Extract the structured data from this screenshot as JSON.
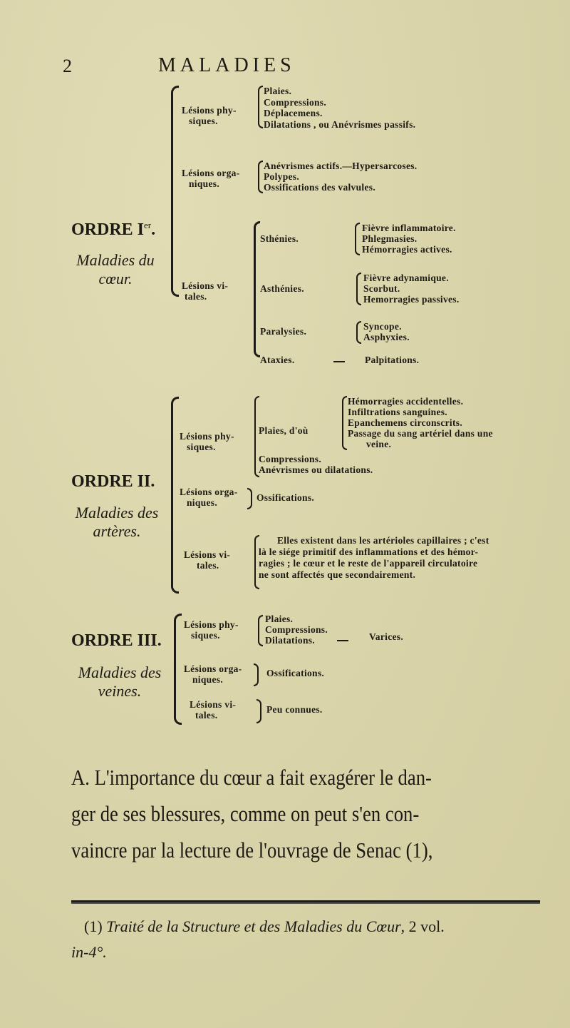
{
  "header": {
    "page_number": "2",
    "running_title": "MALADIES"
  },
  "ordre1": {
    "title": "ORDRE I",
    "title_sup": "er",
    "subtitle_line1": "Maladies du",
    "subtitle_line2": "cœur.",
    "physiques": {
      "label1": "Lésions phy-",
      "label2": "siques.",
      "items": [
        "Plaies.",
        "Compressions.",
        "Déplacemens.",
        "Dilatations , ou Anévrismes passifs."
      ]
    },
    "organiques": {
      "label1": "Lésions orga-",
      "label2": "niques.",
      "items": [
        "Anévrismes actifs.—Hypersarcoses.",
        "Polypes.",
        "Ossifications des valvules."
      ]
    },
    "vitales": {
      "label1": "Lésions vi-",
      "label2": "tales.",
      "sthenies": {
        "label": "Sthénies.",
        "items": [
          "Fièvre inflammatoire.",
          "Phlegmasies.",
          "Hémorragies actives."
        ]
      },
      "asthenies": {
        "label": "Asthénies.",
        "items": [
          "Fièvre adynamique.",
          "Scorbut.",
          "Hemorragies passives."
        ]
      },
      "paralysies": {
        "label": "Paralysies.",
        "items": [
          "Syncope.",
          "Asphyxies."
        ]
      },
      "ataxies": {
        "label": "Ataxies.",
        "items": [
          "Palpitations."
        ]
      }
    }
  },
  "ordre2": {
    "title": "ORDRE II.",
    "subtitle_line1": "Maladies des",
    "subtitle_line2": "artères.",
    "physiques": {
      "label1": "Lésions phy-",
      "label2": "siques.",
      "plaies_label": "Plaies, d'où",
      "plaies_items": [
        "Hémorragies accidentelles.",
        "Infiltrations sanguines.",
        "Epanchemens circonscrits.",
        "Passage du sang artériel dans une",
        "veine."
      ],
      "items": [
        "Compressions.",
        "Anévrismes ou dilatations."
      ]
    },
    "organiques": {
      "label1": "Lésions orga-",
      "label2": "niques.",
      "item": "Ossifications."
    },
    "vitales": {
      "label1": "Lésions vi-",
      "label2": "tales.",
      "text": [
        "Elles existent dans les artérioles capillaires ; c'est",
        "là le siége primitif des inflammations et des hémor-",
        "ragies ; le cœur et le reste de l'appareil circulatoire",
        "ne sont affectés que secondairement."
      ]
    }
  },
  "ordre3": {
    "title": "ORDRE III.",
    "subtitle_line1": "Maladies des",
    "subtitle_line2": "veines.",
    "physiques": {
      "label1": "Lésions phy-",
      "label2": "siques.",
      "items": [
        "Plaies.",
        "Compressions.",
        "Dilatations."
      ],
      "result": "Varices."
    },
    "organiques": {
      "label1": "Lésions orga-",
      "label2": "niques.",
      "item": "Ossifications."
    },
    "vitales": {
      "label1": "Lésions vi-",
      "label2": "tales.",
      "item": "Peu connues."
    }
  },
  "body": {
    "lines": [
      "A. L'importance du cœur a fait exagérer le dan-",
      "ger de ses blessures, comme on peut s'en con-",
      "vaincre par la lecture de l'ouvrage de Senac (1),"
    ]
  },
  "footnote": {
    "marker": "(1)",
    "title": "Traité de la Structure et des Maladies du Cœur",
    "rest": ", 2 vol.",
    "line2": "in-4°."
  }
}
